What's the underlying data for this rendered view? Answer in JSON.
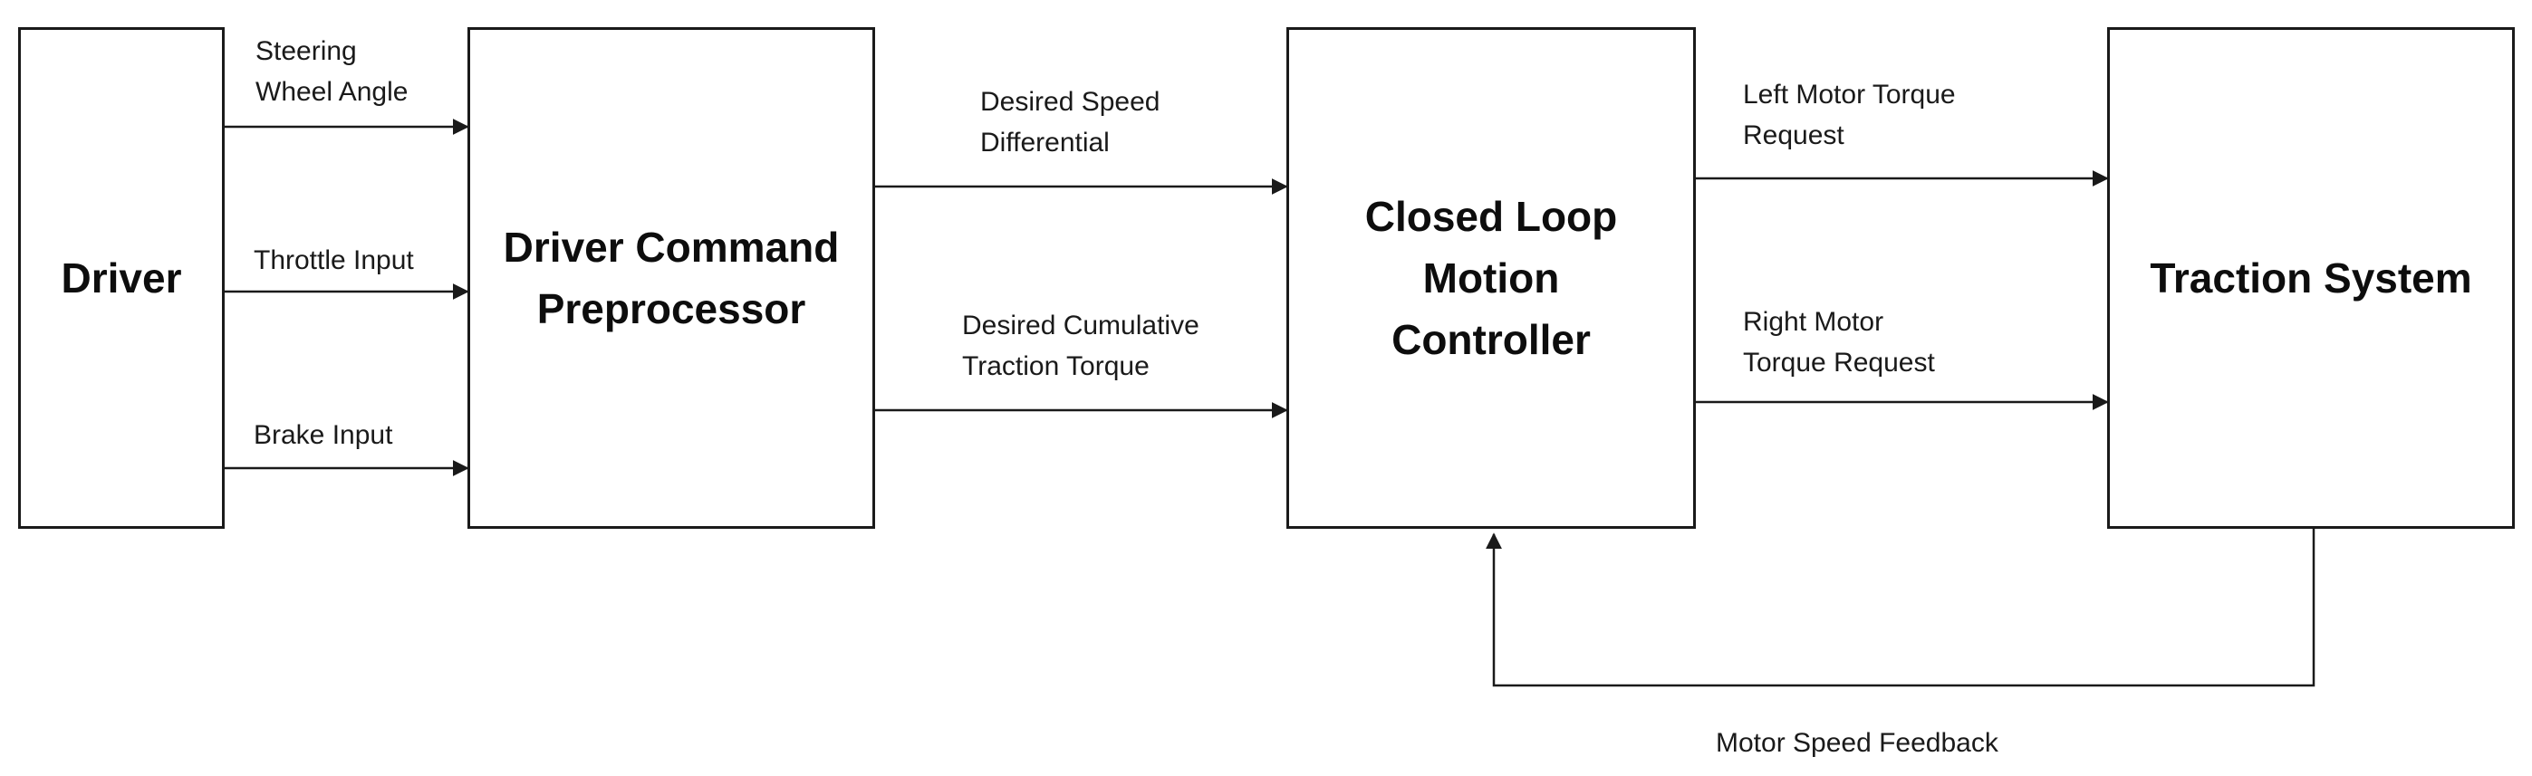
{
  "blocks": {
    "driver": "Driver",
    "preprocessor": "Driver Command\nPreprocessor",
    "controller": "Closed Loop\nMotion\nController",
    "traction": "Traction System"
  },
  "signals": {
    "steering": "Steering\nWheel Angle",
    "throttle": "Throttle Input",
    "brake": "Brake Input",
    "speed_diff": "Desired Speed\nDifferential",
    "cum_torque": "Desired Cumulative\nTraction Torque",
    "left_torque": "Left Motor Torque\nRequest",
    "right_torque": "Right Motor\nTorque Request",
    "feedback": "Motor Speed Feedback"
  },
  "colors": {
    "line": "#1a1a1a",
    "block_border": "#1a1a1a",
    "background": "#ffffff"
  }
}
